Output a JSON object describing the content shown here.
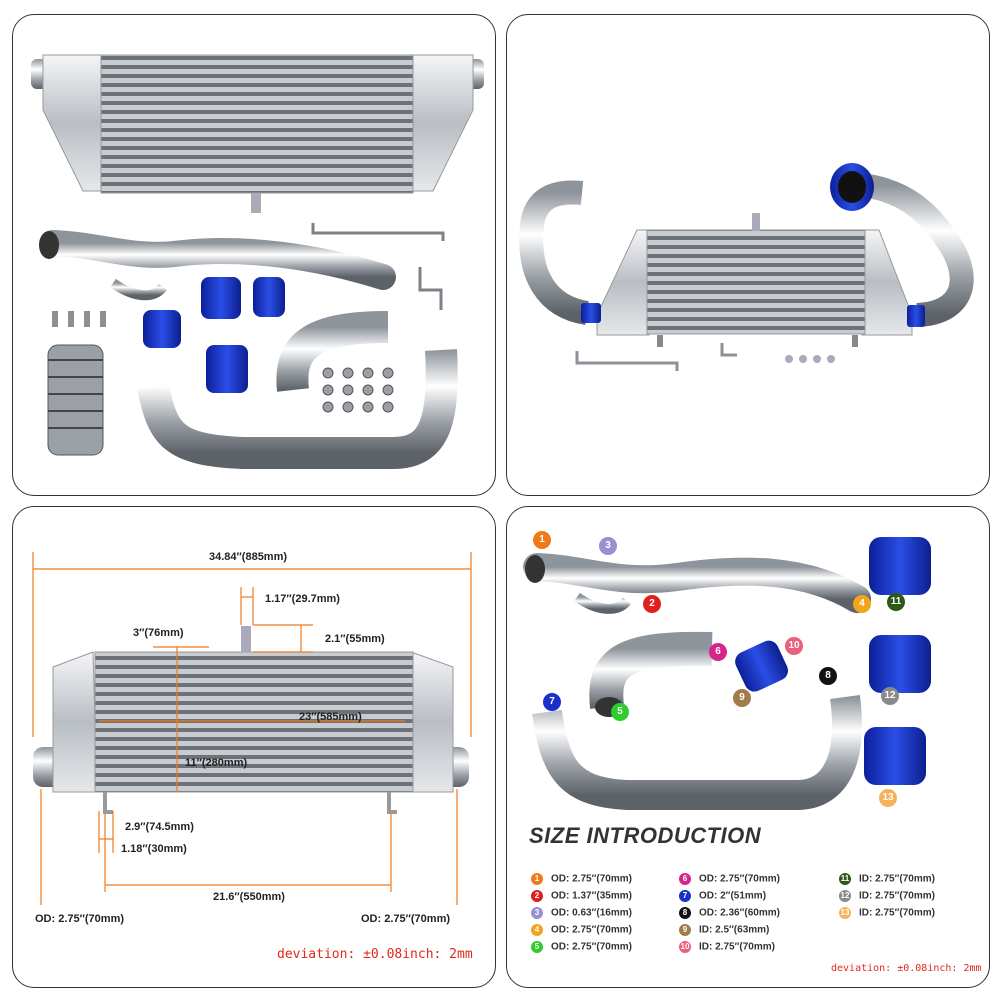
{
  "panel3": {
    "dimensions": [
      {
        "id": "width_total",
        "text": "34.84″(885mm)"
      },
      {
        "id": "tab_width",
        "text": "1.17″(29.7mm)"
      },
      {
        "id": "tab_offset",
        "text": "3″(76mm)"
      },
      {
        "id": "tab_height",
        "text": "2.1″(55mm)"
      },
      {
        "id": "core_width",
        "text": "23″(585mm)"
      },
      {
        "id": "core_height",
        "text": "11″(280mm)"
      },
      {
        "id": "foot_height",
        "text": "2.9″(74.5mm)"
      },
      {
        "id": "foot_width",
        "text": "1.18″(30mm)"
      },
      {
        "id": "foot_span",
        "text": "21.6″(550mm)"
      },
      {
        "id": "od_left",
        "text": "OD: 2.75″(70mm)"
      },
      {
        "id": "od_right",
        "text": "OD: 2.75″(70mm)"
      }
    ],
    "deviation": "deviation: ±0.08inch: 2mm"
  },
  "panel4": {
    "title": "SIZE INTRODUCTION",
    "specs": [
      {
        "n": "1",
        "text": "OD: 2.75″(70mm)",
        "color": "#f07a1a"
      },
      {
        "n": "2",
        "text": "OD: 1.37″(35mm)",
        "color": "#e02020"
      },
      {
        "n": "3",
        "text": "OD: 0.63″(16mm)",
        "color": "#9a8fd0"
      },
      {
        "n": "4",
        "text": "OD: 2.75″(70mm)",
        "color": "#f2a51a"
      },
      {
        "n": "5",
        "text": "OD: 2.75″(70mm)",
        "color": "#2ecc2e"
      },
      {
        "n": "6",
        "text": "OD: 2.75″(70mm)",
        "color": "#d6248a"
      },
      {
        "n": "7",
        "text": "OD: 2″(51mm)",
        "color": "#1a30c8"
      },
      {
        "n": "8",
        "text": "OD: 2.36″(60mm)",
        "color": "#111111"
      },
      {
        "n": "9",
        "text": "ID: 2.5″(63mm)",
        "color": "#a07c4a"
      },
      {
        "n": "10",
        "text": "ID: 2.75″(70mm)",
        "color": "#e8607a"
      },
      {
        "n": "11",
        "text": "ID: 2.75″(70mm)",
        "color": "#2c5a16"
      },
      {
        "n": "12",
        "text": "ID: 2.75″(70mm)",
        "color": "#8a8a8a"
      },
      {
        "n": "13",
        "text": "ID: 2.75″(70mm)",
        "color": "#f5b25a"
      }
    ],
    "deviation": "deviation: ±0.08inch: 2mm"
  }
}
